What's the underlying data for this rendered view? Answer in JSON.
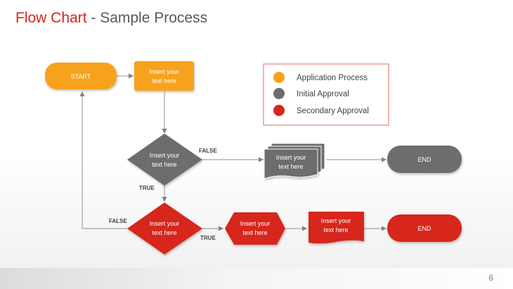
{
  "title": {
    "accent": "Flow Chart",
    "rest": " - Sample Process"
  },
  "colors": {
    "orange": "#f7a21b",
    "gray": "#6d6d6d",
    "red": "#d7261e",
    "legend_border": "#d7261e"
  },
  "legend": [
    {
      "label": "Application Process",
      "color": "#f7a21b"
    },
    {
      "label": "Initial Approval",
      "color": "#6d6d6d"
    },
    {
      "label": "Secondary Approval",
      "color": "#d7261e"
    }
  ],
  "nodes": {
    "start": "START",
    "box1": [
      "Insert your",
      "text here"
    ],
    "decision1": [
      "Insert your",
      "text here"
    ],
    "docs1": [
      "Insert your",
      "text here"
    ],
    "end1": "END",
    "decision2": [
      "Insert your",
      "text here"
    ],
    "hex": [
      "Insert your",
      "text here"
    ],
    "doc2": [
      "Insert your",
      "text here"
    ],
    "end2": "END"
  },
  "edge_labels": {
    "false1": "FALSE",
    "true1": "TRUE",
    "false2": "FALSE",
    "true2": "TRUE"
  },
  "page_number": "6"
}
